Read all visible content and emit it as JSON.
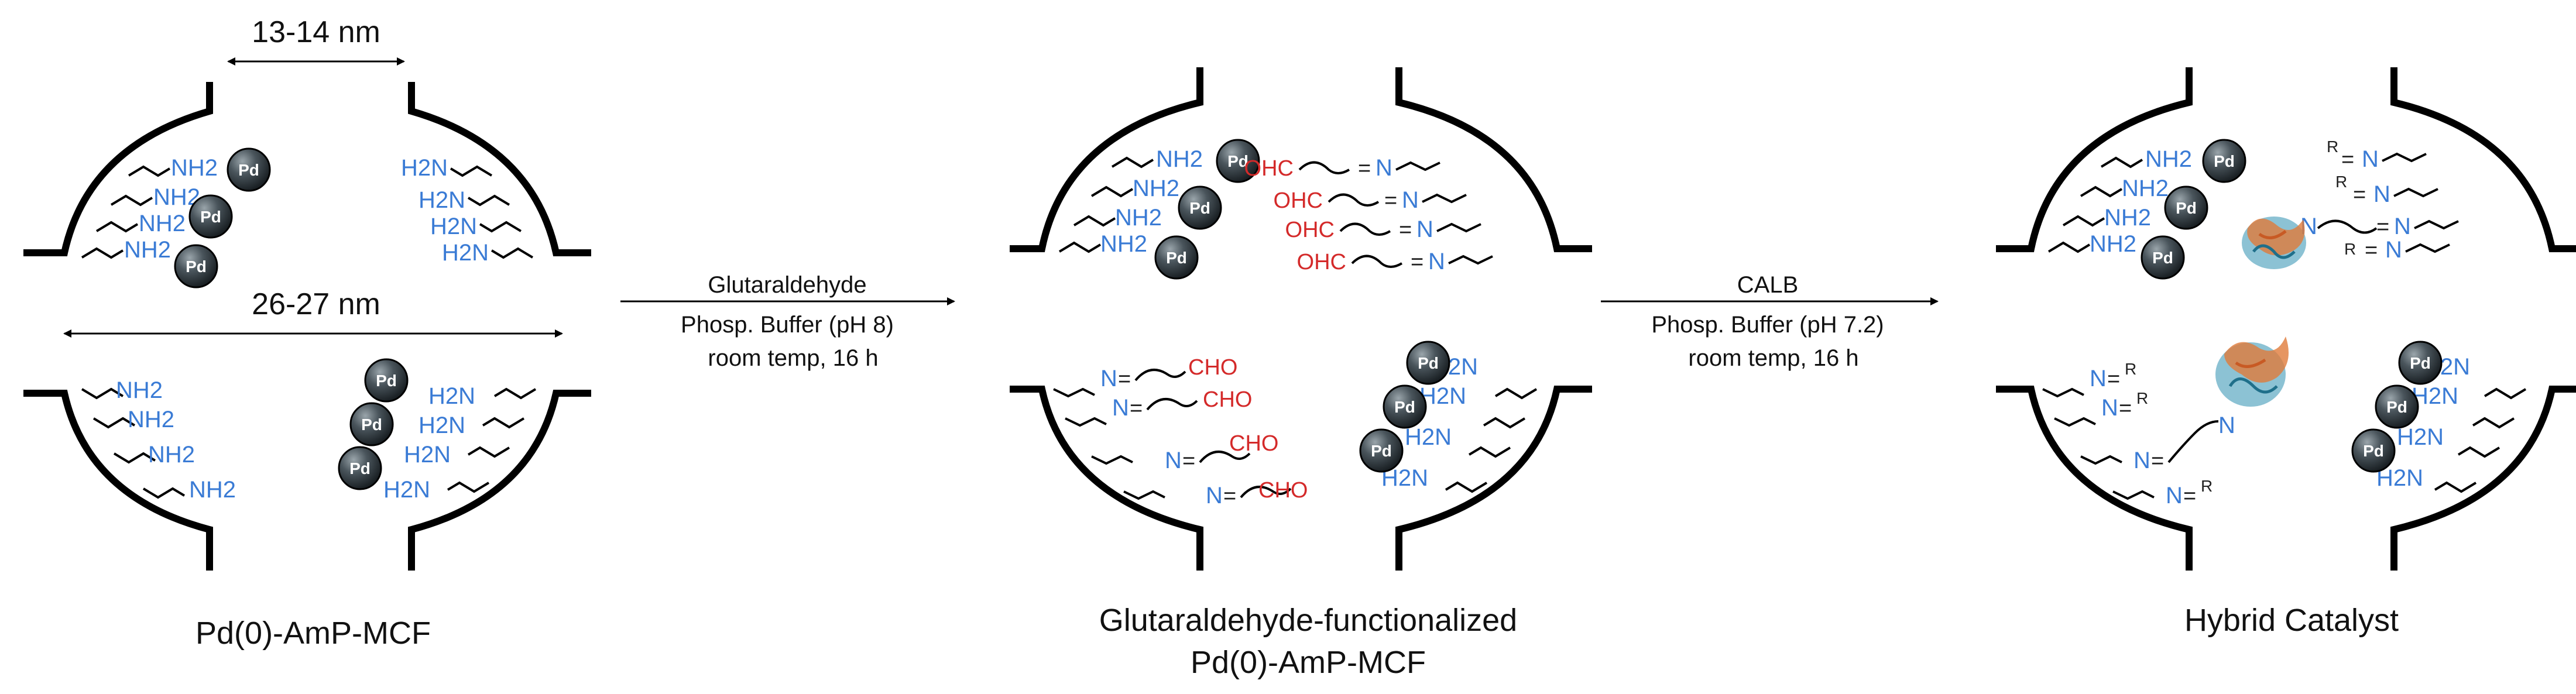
{
  "dimension_pore": "13-14 nm",
  "dimension_cavity": "26-27 nm",
  "amine": "NH2",
  "amine_rev": "H2N",
  "pd": "Pd",
  "imine_n": "N",
  "imine_eq": "=",
  "aldehyde": "CHO",
  "aldehyde_rev": "OHC",
  "r_group": "R",
  "step1": {
    "reagent": "Glutaraldehyde",
    "buffer": "Phosp. Buffer (pH 8)",
    "conditions": "room temp, 16 h"
  },
  "step2": {
    "reagent": "CALB",
    "buffer": "Phosp. Buffer (pH 7.2)",
    "conditions": "room temp, 16 h"
  },
  "labels": {
    "start": "Pd(0)-AmP-MCF",
    "intermediate_line1": "Glutaraldehyde-functionalized",
    "intermediate_line2": "Pd(0)-AmP-MCF",
    "product": "Hybrid Catalyst"
  },
  "colors": {
    "amine": "#3a7bd5",
    "aldehyde": "#d42a2a",
    "pd_sphere": "#2f3a40",
    "enzyme_blue": "#2e8fb0",
    "enzyme_orange": "#e07a3a"
  }
}
